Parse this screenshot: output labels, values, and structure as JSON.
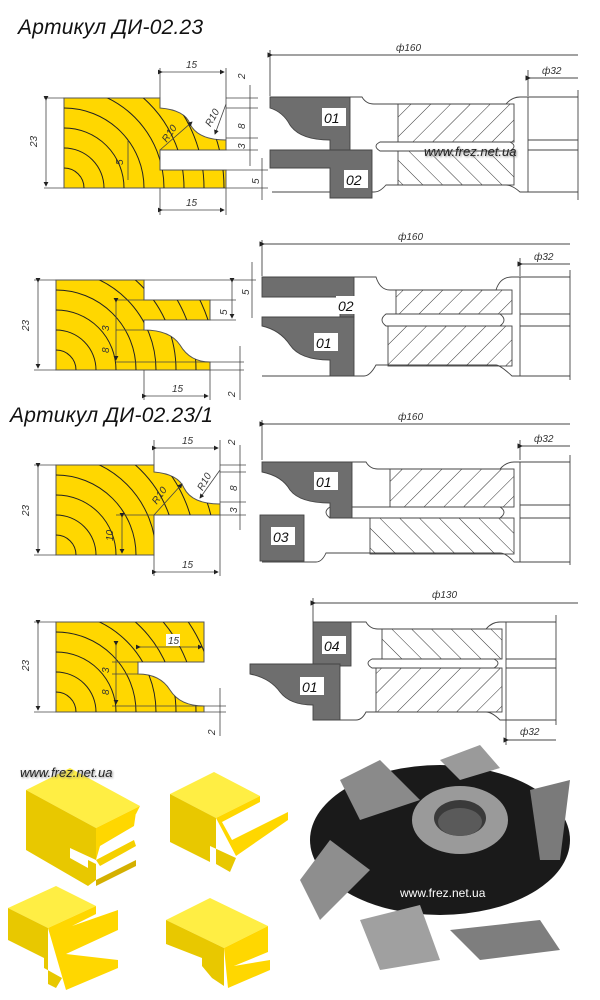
{
  "titles": {
    "article_1": "Артикул ДИ-02.23",
    "article_2": "Артикул ДИ-02.23/1"
  },
  "watermark": "www.frez.net.ua",
  "colors": {
    "wood": "#FFD700",
    "knife": "#707070",
    "line": "#444444",
    "background": "#FFFFFF"
  },
  "drawings": [
    {
      "id": "profile-1",
      "dims": {
        "height": "23",
        "width_top": "15",
        "width_bottom": "15",
        "d1": "2",
        "d2": "8",
        "d3": "3",
        "d4": "5",
        "groove": "5",
        "r1": "R10",
        "r2": "R10"
      },
      "cutter": {
        "diameter": "ф160",
        "bore": "ф32",
        "knives": [
          "01",
          "02"
        ]
      }
    },
    {
      "id": "profile-2",
      "dims": {
        "height": "23",
        "d1": "5",
        "d2": "5",
        "d3": "3",
        "d4": "8",
        "width": "15",
        "d5": "2"
      },
      "cutter": {
        "diameter": "ф160",
        "bore": "ф32",
        "knives": [
          "02",
          "01"
        ]
      }
    },
    {
      "id": "profile-3",
      "dims": {
        "height": "23",
        "width_top": "15",
        "width_bottom": "15",
        "d1": "2",
        "d2": "8",
        "d3": "3",
        "step": "10",
        "r1": "R10",
        "r2": "R10"
      },
      "cutter": {
        "diameter": "ф160",
        "bore": "ф32",
        "knives": [
          "01",
          "03"
        ]
      }
    },
    {
      "id": "profile-4",
      "dims": {
        "height": "23",
        "width": "15",
        "d1": "3",
        "d2": "8",
        "d3": "2"
      },
      "cutter": {
        "diameter": "ф130",
        "bore": "ф32",
        "knives": [
          "04",
          "01"
        ]
      }
    }
  ]
}
